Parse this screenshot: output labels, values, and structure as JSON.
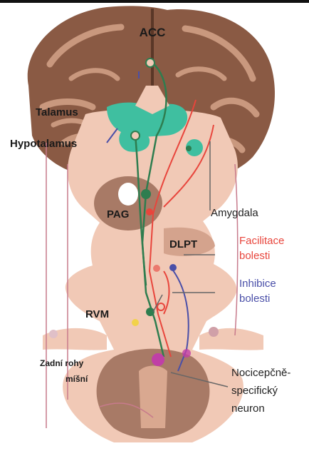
{
  "labels": {
    "acc": "ACC",
    "talamus": "Talamus",
    "hypotalamus": "Hypotalamus",
    "pag": "PAG",
    "amygdala": "Amygdala",
    "dlpt": "DLPT",
    "facilitace_1": "Facilitace",
    "facilitace_2": "bolesti",
    "inhibice_1": "Inhibice",
    "inhibice_2": "bolesti",
    "rvm": "RVM",
    "zadni_1": "Zadní rohy",
    "zadni_2": "míšní",
    "noci_1": "Nocicepčně-",
    "noci_2": "specifický",
    "noci_3": "neuron"
  },
  "colors": {
    "facilitation": "#e8453c",
    "inhibition": "#4a4fa8",
    "ascending_pathway": "#2e7d4f",
    "cortex": "#8a5a44",
    "tissue": "#f1c9b6",
    "nuclei": "#3fbfa0"
  }
}
